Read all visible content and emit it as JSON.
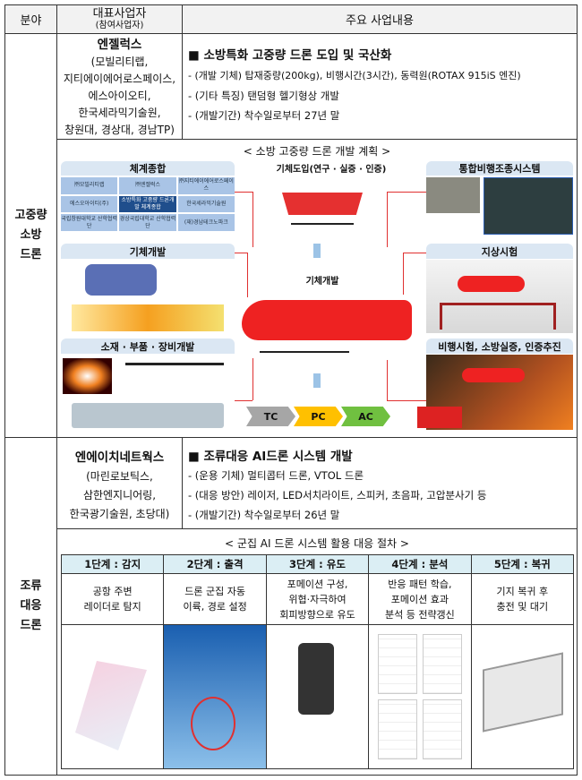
{
  "header": {
    "field": "분야",
    "company": "대표사업자",
    "company_sub": "(참여사업자)",
    "content": "주요 사업내용"
  },
  "row1": {
    "field": "고중량\n소방\n드론",
    "company": "엔젤럭스",
    "partners": [
      "(모빌리티랩,",
      "지티에이에어로스페이스,",
      "에스아이오티,",
      "한국세라믹기술원,",
      "창원대, 경상대, 경남TP)"
    ],
    "title": "소방특화 고중량 드론 도입 및 국산화",
    "items": [
      "- (개발 기체) 탑재중량(200kg), 비행시간(3시간), 동력원(ROTAX 915iS 엔진)",
      "- (기타 특징) 탠덤형 헬기형상 개발",
      "- (개발기간) 착수일로부터 27년 말"
    ],
    "diagram": {
      "title": "< 소방 고중량 드론 개발 계획 >",
      "center_top": "기체도입(연구 · 실증 · 인증)",
      "center_mid": "기체개발",
      "stages": [
        "TC",
        "PC",
        "AC"
      ],
      "left_panels": [
        "체계종합",
        "기체개발",
        "소재 · 부품 · 장비개발"
      ],
      "right_panels": [
        "통합비행조종시스템",
        "지상시험",
        "비행시험, 소방실증, 인증추진"
      ],
      "grid": [
        "㈜모빌리티랩",
        "㈜엔젤럭스",
        "㈜지티에이에어로스페이스",
        "에스오아이티(주)",
        "소방특화 고중량 드론개발 체계종합",
        "한국세라믹기술원",
        "국립창원대학교 산학협력단",
        "경상국립대학교 산학협력단",
        "(재)경남테크노파크"
      ]
    }
  },
  "row2": {
    "field": "조류\n대응\n드론",
    "company": "엔에이치네트웍스",
    "partners": [
      "(마린로보틱스,",
      "삼한엔지니어링,",
      "한국광기술원, 초당대)"
    ],
    "title": "조류대응 AI드론 시스템 개발",
    "items": [
      "- (운용 기체) 멀티콥터 드론, VTOL 드론",
      "- (대응 방안) 레이저, LED서치라이트, 스피커, 초음파, 고압분사기 등",
      "- (개발기간) 착수일로부터 26년 말"
    ],
    "procedure_title": "< 군집 AI 드론 시스템 활용 대응 절차 >",
    "steps": [
      {
        "label": "1단계 : 감지",
        "desc": "공항 주변\n레이더로 탐지"
      },
      {
        "label": "2단계 : 출격",
        "desc": "드론 군집 자동\n이륙, 경로 설정"
      },
      {
        "label": "3단계 : 유도",
        "desc": "포메이션 구성,\n위협·자극하여\n회피방향으로 유도"
      },
      {
        "label": "4단계 : 분석",
        "desc": "반응 패턴 학습,\n포메이션 효과\n분석 등 전략갱신"
      },
      {
        "label": "5단계 : 복귀",
        "desc": "기지 복귀 후\n충전 및 대기"
      }
    ]
  },
  "colors": {
    "stage_tc": "#a6a6a6",
    "stage_pc": "#ffc000",
    "stage_ac": "#70c040",
    "arrow_red": "#e03030",
    "step_header": "#dbeef4"
  }
}
